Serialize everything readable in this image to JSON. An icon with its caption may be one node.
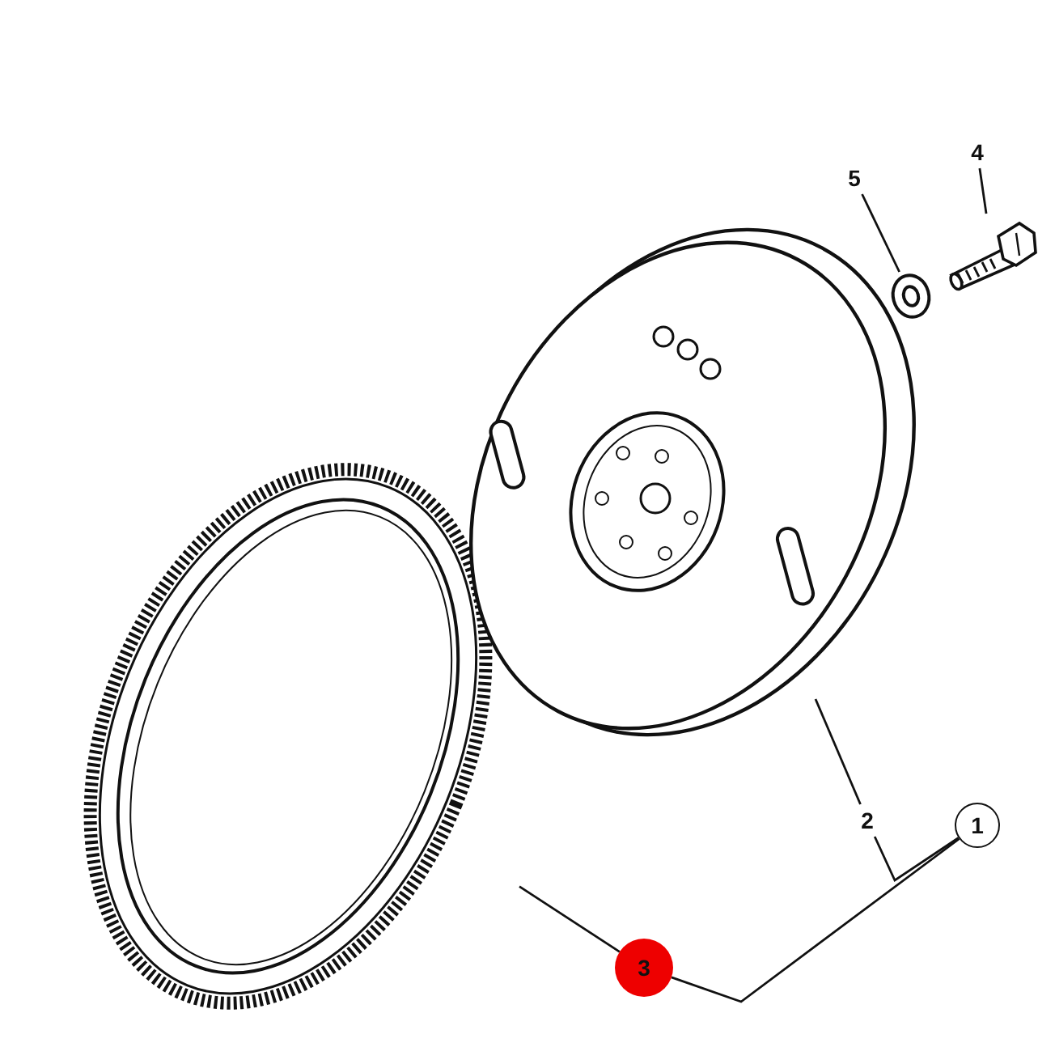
{
  "diagram": {
    "nodes": [
      {
        "text": [
          "1"
        ]
      },
      {
        "text": [
          "2"
        ]
      },
      {
        "text": [
          "3"
        ]
      },
      {
        "text": [
          "4"
        ]
      },
      {
        "text": [
          "5"
        ]
      },
      {
        "text": [],
        "shape": "picture"
      },
      {
        "text": [],
        "shape": "picture"
      },
      {
        "text": [],
        "shape": "picture"
      },
      {
        "text": [],
        "shape": "picture"
      }
    ],
    "edges": [
      {
        "from": 0,
        "to": 1,
        "arrow": "none"
      },
      {
        "from": 0,
        "to": 2,
        "arrow": "none"
      },
      {
        "from": 1,
        "to": 5,
        "arrow": "none"
      },
      {
        "from": 2,
        "to": 6,
        "arrow": "none"
      },
      {
        "from": 3,
        "to": 7,
        "arrow": "none"
      },
      {
        "from": 4,
        "to": 8,
        "arrow": "none"
      }
    ]
  }
}
